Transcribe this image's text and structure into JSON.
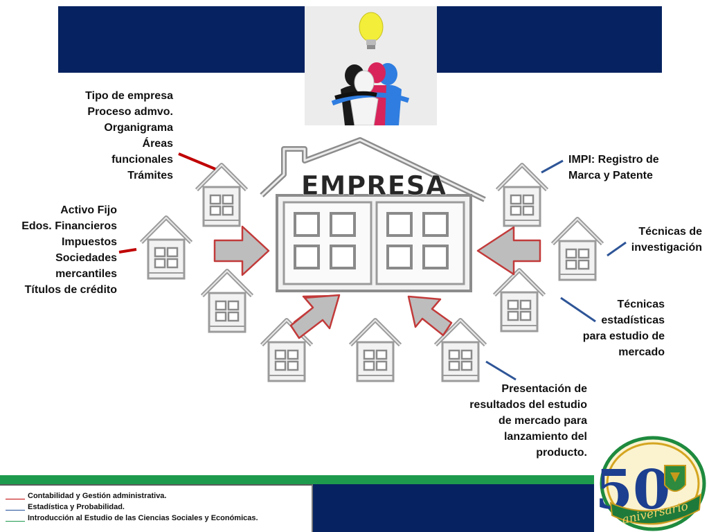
{
  "diagram": {
    "center_title": "EMPRESA"
  },
  "labels": {
    "top_left": [
      "Tipo de empresa",
      "Proceso admvo.",
      "Organigrama",
      "Áreas",
      "funcionales",
      "Trámites"
    ],
    "middle_left": [
      "Activo Fijo",
      "Edos. Financieros",
      "Impuestos",
      "Sociedades",
      "mercantiles",
      "Títulos de crédito"
    ],
    "top_right": [
      "IMPI: Registro de",
      "Marca y Patente"
    ],
    "middle_right": [
      "Técnicas de",
      "investigación"
    ],
    "lower_right": [
      "Técnicas",
      "estadísticas",
      "para estudio de",
      "mercado"
    ],
    "bottom": [
      "Presentación de",
      "resultados del estudio",
      "de mercado para",
      "lanzamiento del",
      "producto."
    ]
  },
  "legend": [
    {
      "text": "Contabilidad y Gestión administrativa.",
      "color": "#c00000"
    },
    {
      "text": "Estadística y Probabilidad.",
      "color": "#1f4e9a"
    },
    {
      "text": "Introducción al Estudio de las Ciencias Sociales y Económicas.",
      "color": "#1e9a4d"
    }
  ],
  "emblem": {
    "number": "50",
    "ribbon_text": "aniversario"
  },
  "colors": {
    "navy": "#062260",
    "green": "#1e9a4d",
    "red_connector": "#c00000",
    "blue_connector": "#2e5597"
  }
}
